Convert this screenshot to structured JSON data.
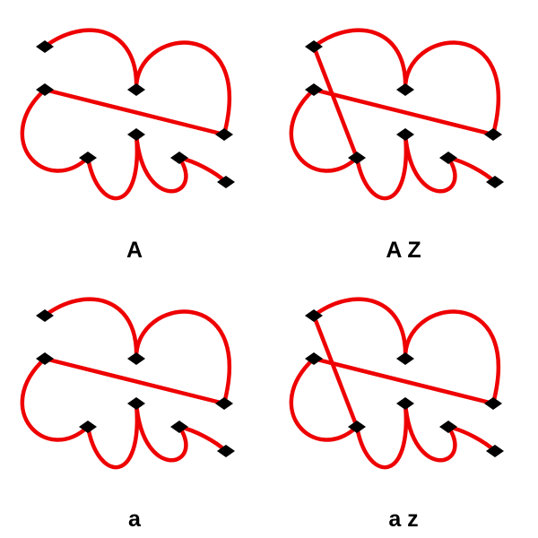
{
  "colors": {
    "edge": "#ee0000",
    "node": "#000000",
    "background": "#ffffff"
  },
  "panels": [
    {
      "label": "A",
      "variant": "base",
      "diagonal": false
    },
    {
      "label": "A Z",
      "variant": "base",
      "diagonal": true
    },
    {
      "label": "a",
      "variant": "base",
      "diagonal": false
    },
    {
      "label": "a z",
      "variant": "base",
      "diagonal": true
    }
  ]
}
